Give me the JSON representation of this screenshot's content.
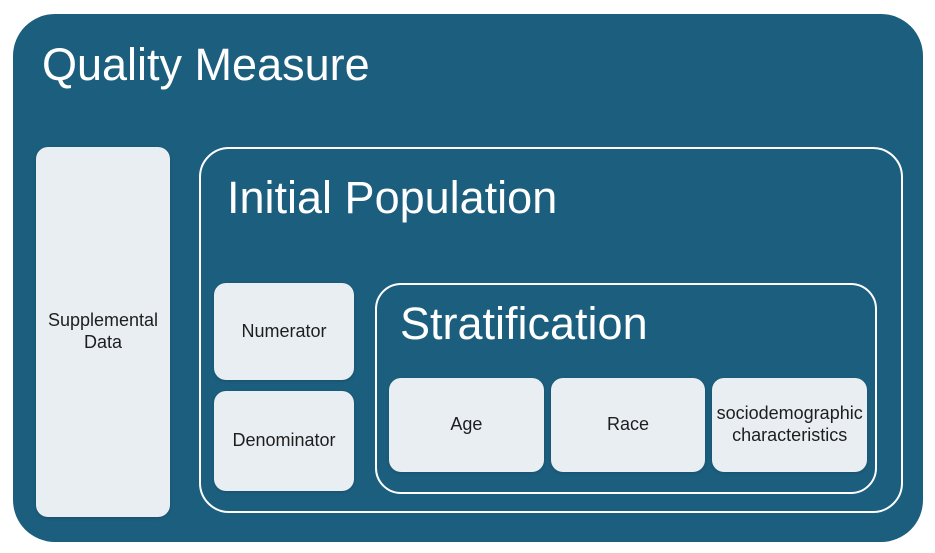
{
  "colors": {
    "container_fill": "#1C5E7E",
    "light_box_fill": "#E8EEF2",
    "outline": "#FFFFFF",
    "title_text": "#FFFFFF",
    "label_text": "#1E1E1E",
    "page_background": "#FFFFFF"
  },
  "quality_measure": {
    "title": "Quality Measure",
    "supplemental_data": {
      "label": "Supplemental Data"
    },
    "initial_population": {
      "title": "Initial Population",
      "numerator": {
        "label": "Numerator"
      },
      "denominator": {
        "label": "Denominator"
      },
      "stratification": {
        "title": "Stratification",
        "items": [
          {
            "label": "Age"
          },
          {
            "label": "Race"
          },
          {
            "label": "sociodemographic characteristics"
          }
        ]
      }
    }
  }
}
